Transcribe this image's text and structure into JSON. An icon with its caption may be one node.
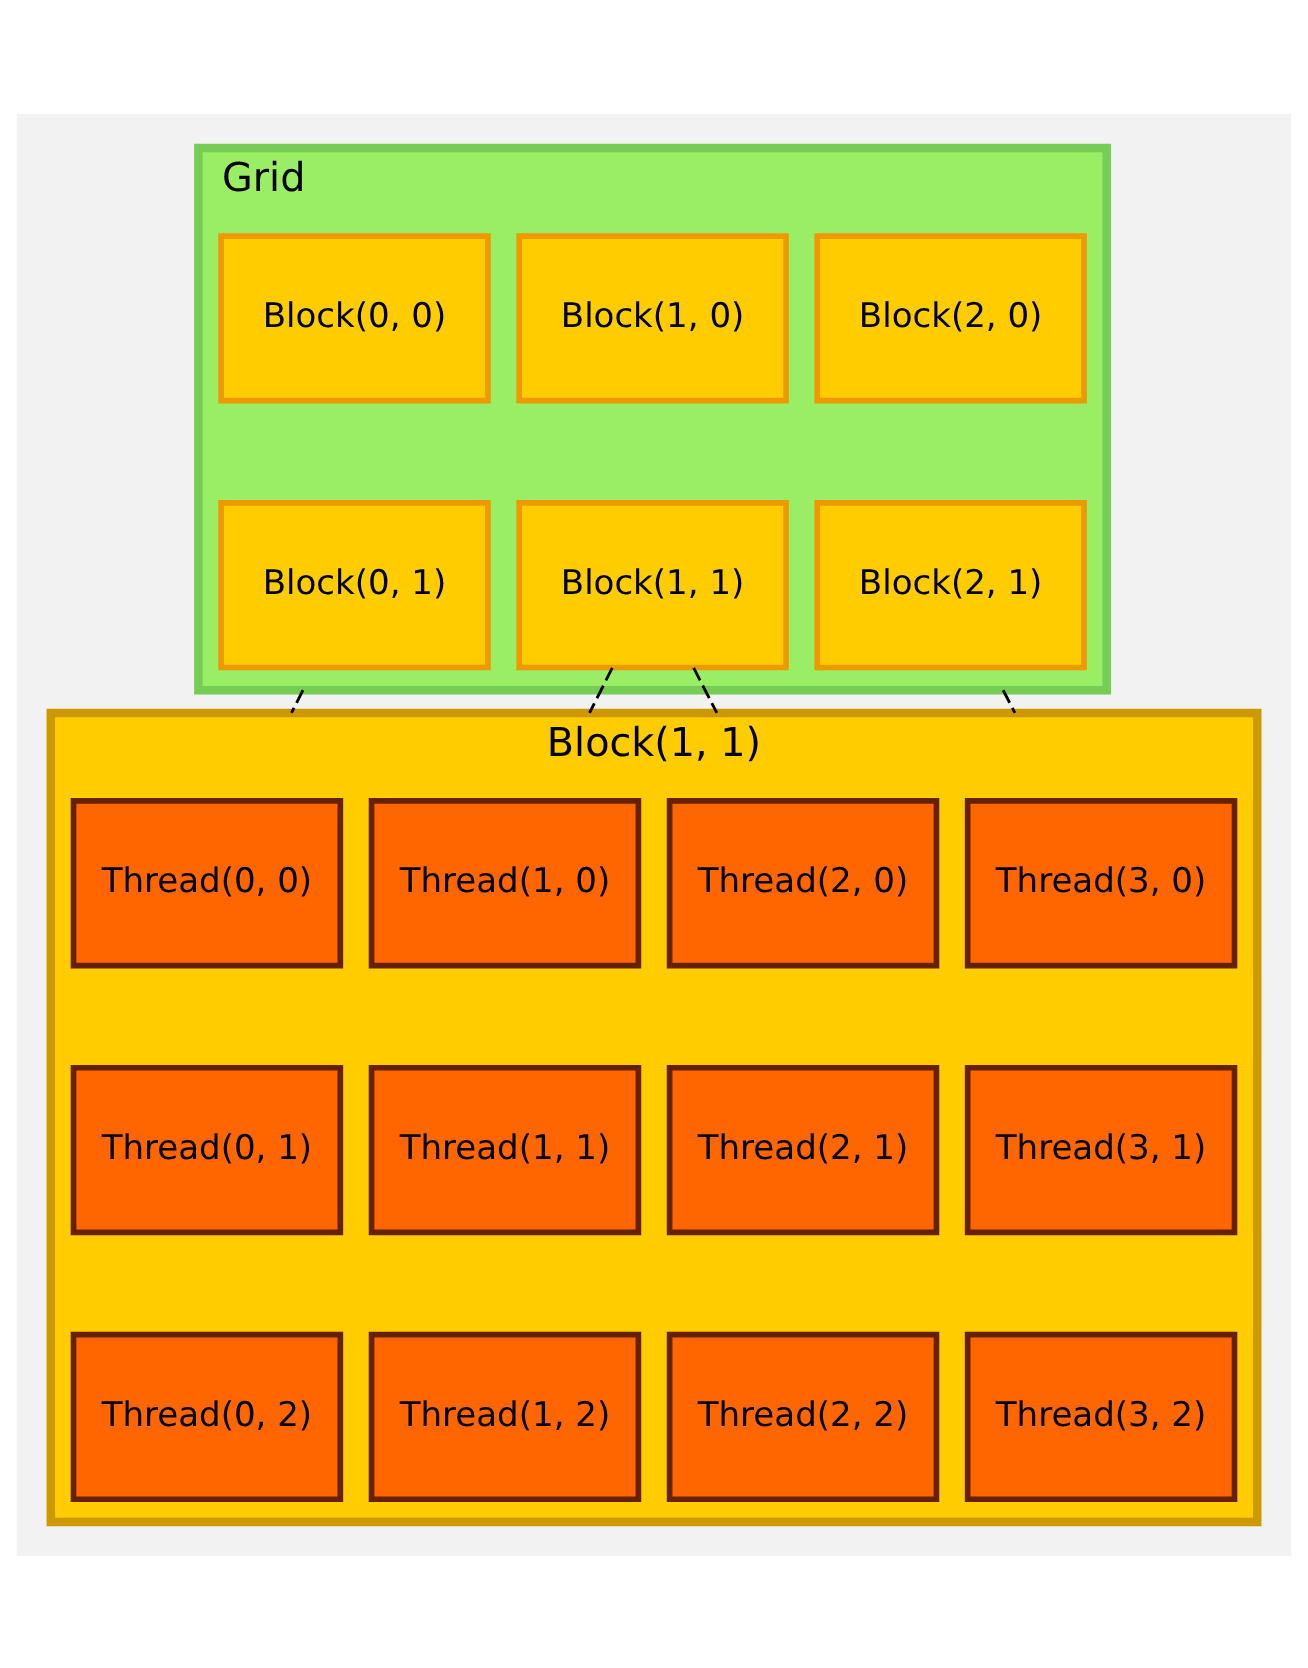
{
  "diagram": {
    "nodes": [
      {
        "text": [
          "Grid"
        ]
      },
      {
        "text": [
          "Block(0, 0)"
        ],
        "in": 0
      },
      {
        "text": [
          "Block(1, 0)"
        ],
        "in": 0
      },
      {
        "text": [
          "Block(2, 0)"
        ],
        "in": 0
      },
      {
        "text": [
          "Block(0, 1)"
        ],
        "in": 0
      },
      {
        "text": [
          "Block(1, 1)"
        ],
        "in": 0
      },
      {
        "text": [
          "Block(2, 1)"
        ],
        "in": 0
      },
      {
        "text": [
          "Block(1, 1)"
        ]
      },
      {
        "text": [
          "Thread(0, 0)"
        ],
        "in": 7
      },
      {
        "text": [
          "Thread(1, 0)"
        ],
        "in": 7
      },
      {
        "text": [
          "Thread(2, 0)"
        ],
        "in": 7
      },
      {
        "text": [
          "Thread(3, 0)"
        ],
        "in": 7
      },
      {
        "text": [
          "Thread(0, 1)"
        ],
        "in": 7
      },
      {
        "text": [
          "Thread(1, 1)"
        ],
        "in": 7
      },
      {
        "text": [
          "Thread(2, 1)"
        ],
        "in": 7
      },
      {
        "text": [
          "Thread(3, 1)"
        ],
        "in": 7
      },
      {
        "text": [
          "Thread(0, 2)"
        ],
        "in": 7
      },
      {
        "text": [
          "Thread(1, 2)"
        ],
        "in": 7
      },
      {
        "text": [
          "Thread(2, 2)"
        ],
        "in": 7
      },
      {
        "text": [
          "Thread(3, 2)"
        ],
        "in": 7
      }
    ],
    "edges": [
      {
        "from": 0,
        "to": 7,
        "arrow": "none",
        "style": "dashed"
      },
      {
        "from": 5,
        "to": 7,
        "arrow": "none",
        "style": "dashed"
      },
      {
        "from": 5,
        "to": 7,
        "arrow": "none",
        "style": "dashed"
      },
      {
        "from": 0,
        "to": 7,
        "arrow": "none",
        "style": "dashed"
      }
    ]
  }
}
